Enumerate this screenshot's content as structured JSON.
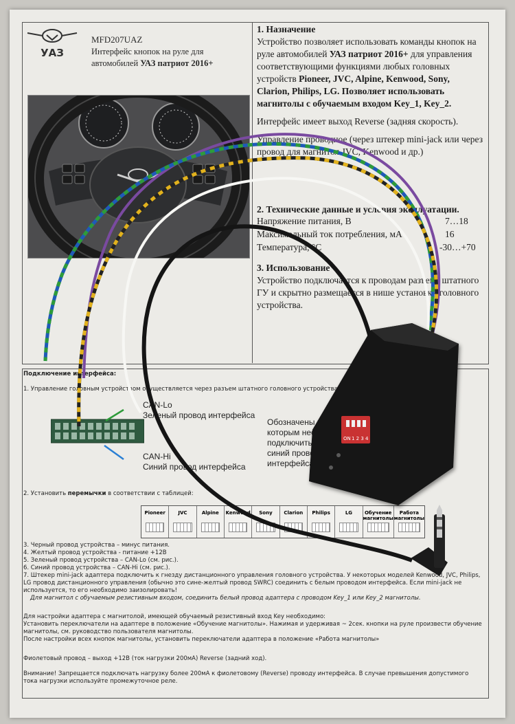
{
  "header": {
    "brand": "УАЗ",
    "model": "MFD207UAZ",
    "subtitle_prefix": "Интерфейс кнопок на руле для автомобилей ",
    "subtitle_bold": "УАЗ патриот 2016+"
  },
  "purpose": {
    "heading": "1. Назначение",
    "text_start": "Устройство позволяет использовать команды кнопок на руле автомобилей ",
    "text_bold1": "УАЗ патриот 2016+",
    "text_mid": " для управления соответствующими функциями любых головных устройств ",
    "text_bold2": "Pioneer, JVC, Alpine, Kenwood, Sony, Clarion, Philips, LG. Позволяет использовать магнитолы с обучаемым входом Key_1, Key_2.",
    "reverse_line": "Интерфейс имеет выход Reverse (задняя скорость).",
    "control_line": "Управление проводное (через штекер mini-jack или через провод для магнитол JVC, Kenwood и др.)"
  },
  "specs": {
    "heading": "2. Технические данные и условия эксплуатации.",
    "rows": [
      {
        "label": "Напряжение питания, В",
        "value": "7…18"
      },
      {
        "label": "Максимальный ток потребления, мА",
        "value": "16"
      },
      {
        "label": "Температура, °С",
        "value": "-30…+70"
      }
    ]
  },
  "usage": {
    "heading": "3. Использование",
    "text": "Устройство подключается к проводам разъема штатного ГУ и скрытно размещается в нише установки головного устройства."
  },
  "connection": {
    "heading": "Подключение интерфейса:",
    "item1": "1. Управление головным устройством осуществляется через разъем штатного головного устройства УАЗ, изображенный на рисунке:",
    "can_lo": "CAN-Lo",
    "can_lo_desc": "Зеленый провод интерфейса",
    "can_hi": "CAN-Hi",
    "can_hi_desc": "Синий провод интерфейса",
    "marked_text": "Обозначены провода, к которым необходимо подключить зеленый и синий провода интерфейса.",
    "item2_prefix": "2. Установить ",
    "item2_bold": "перемычки",
    "item2_suffix": " в соответствии с таблицей:",
    "table_headers": [
      "Pioneer",
      "JVC",
      "Alpine",
      "Kenwood",
      "Sony",
      "Clarion",
      "Philips",
      "LG",
      "Обучение магнитолы",
      "Работа магнитолы"
    ]
  },
  "wires": [
    "3. Черный провод устройства – минус питания.",
    "4. Желтый провод устройства - питание +12В",
    "5. Зеленый провод устройства – CAN-Lo (см. рис.).",
    "6. Синий провод устройства – CAN-Hi (см. рис.).",
    "7. Штекер mini-jack адаптера подключить к гнезду дистанционного управления головного устройства. У некоторых моделей Kenwood, JVC, Philips, LG провод дистанционного управления (обычно это сине-желтый провод SWRC) соединить с белым проводом интерфейса. Если mini-jack не используется, то его необходимо заизолировать!",
    "Для магнитол с обучаемым резистивным входом, соединить белый провод адаптера с проводом Key_1 или Key_2 магнитолы."
  ],
  "learning": [
    "Для настройки адаптера с магнитолой, имеющей обучаемый резистивный вход Key необходимо:",
    "Установить переключатели на адаптере в положение «Обучение магнитолы». Нажимая и удерживая ~ 2сек. кнопки на руле произвести обучение магнитолы, см. руководство пользователя магнитолы.",
    "После настройки всех кнопок магнитолы, установить переключатели адаптера в положение «Работа магнитолы»"
  ],
  "violet": "Фиолетовый провод – выход +12В (ток нагрузки 200мА) Reverse (задний ход).",
  "warning": "Внимание! Запрещается подключать нагрузку более 200мА к фиолетовому (Reverse) проводу интерфейса. В случае превышения допустимого тока нагрузки используйте промежуточное реле.",
  "device": {
    "switch_label": "ON",
    "switch_numbers": "1 2 3 4"
  }
}
